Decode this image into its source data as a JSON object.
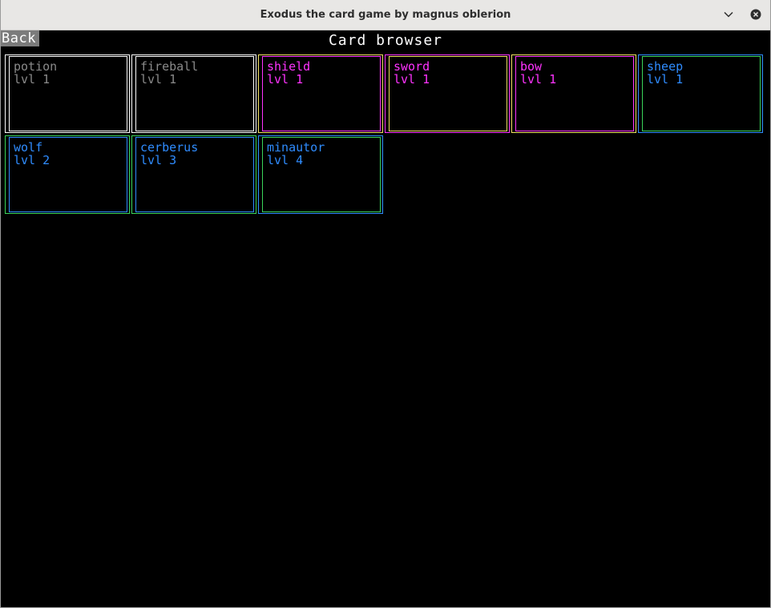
{
  "window": {
    "title": "Exodus the card game by magnus oblerion"
  },
  "screen": {
    "back_label": "Back",
    "title": "Card browser"
  },
  "cards": [
    {
      "name": "potion",
      "level": "lvl 1",
      "color": "#8a8a8a"
    },
    {
      "name": "fireball",
      "level": "lvl 1",
      "color": "#8a8a8a"
    },
    {
      "name": "shield",
      "level": "lvl 1",
      "color": "#ff33ff"
    },
    {
      "name": "sword",
      "level": "lvl 1",
      "color": "#ff33ff"
    },
    {
      "name": "bow",
      "level": "lvl 1",
      "color": "#ff33ff"
    },
    {
      "name": "sheep",
      "level": "lvl 1",
      "color": "#2f8cff"
    },
    {
      "name": "wolf",
      "level": "lvl 2",
      "color": "#2f8cff"
    },
    {
      "name": "cerberus",
      "level": "lvl 3",
      "color": "#2f8cff"
    },
    {
      "name": "minautor",
      "level": "lvl 4",
      "color": "#2f8cff"
    }
  ],
  "colors": {
    "background": "#000000",
    "titlebar": "#e8e7e5",
    "back_button": "#7b7b7b",
    "item_grey": "#8a8a8a",
    "item_magenta": "#ff33ff",
    "item_yellow_border": "#f0e060",
    "creature_blue": "#2f8cff",
    "creature_green_border": "#3ad55a"
  },
  "icons": {
    "minimize": "chevron-down-icon",
    "close": "close-circle-icon"
  }
}
